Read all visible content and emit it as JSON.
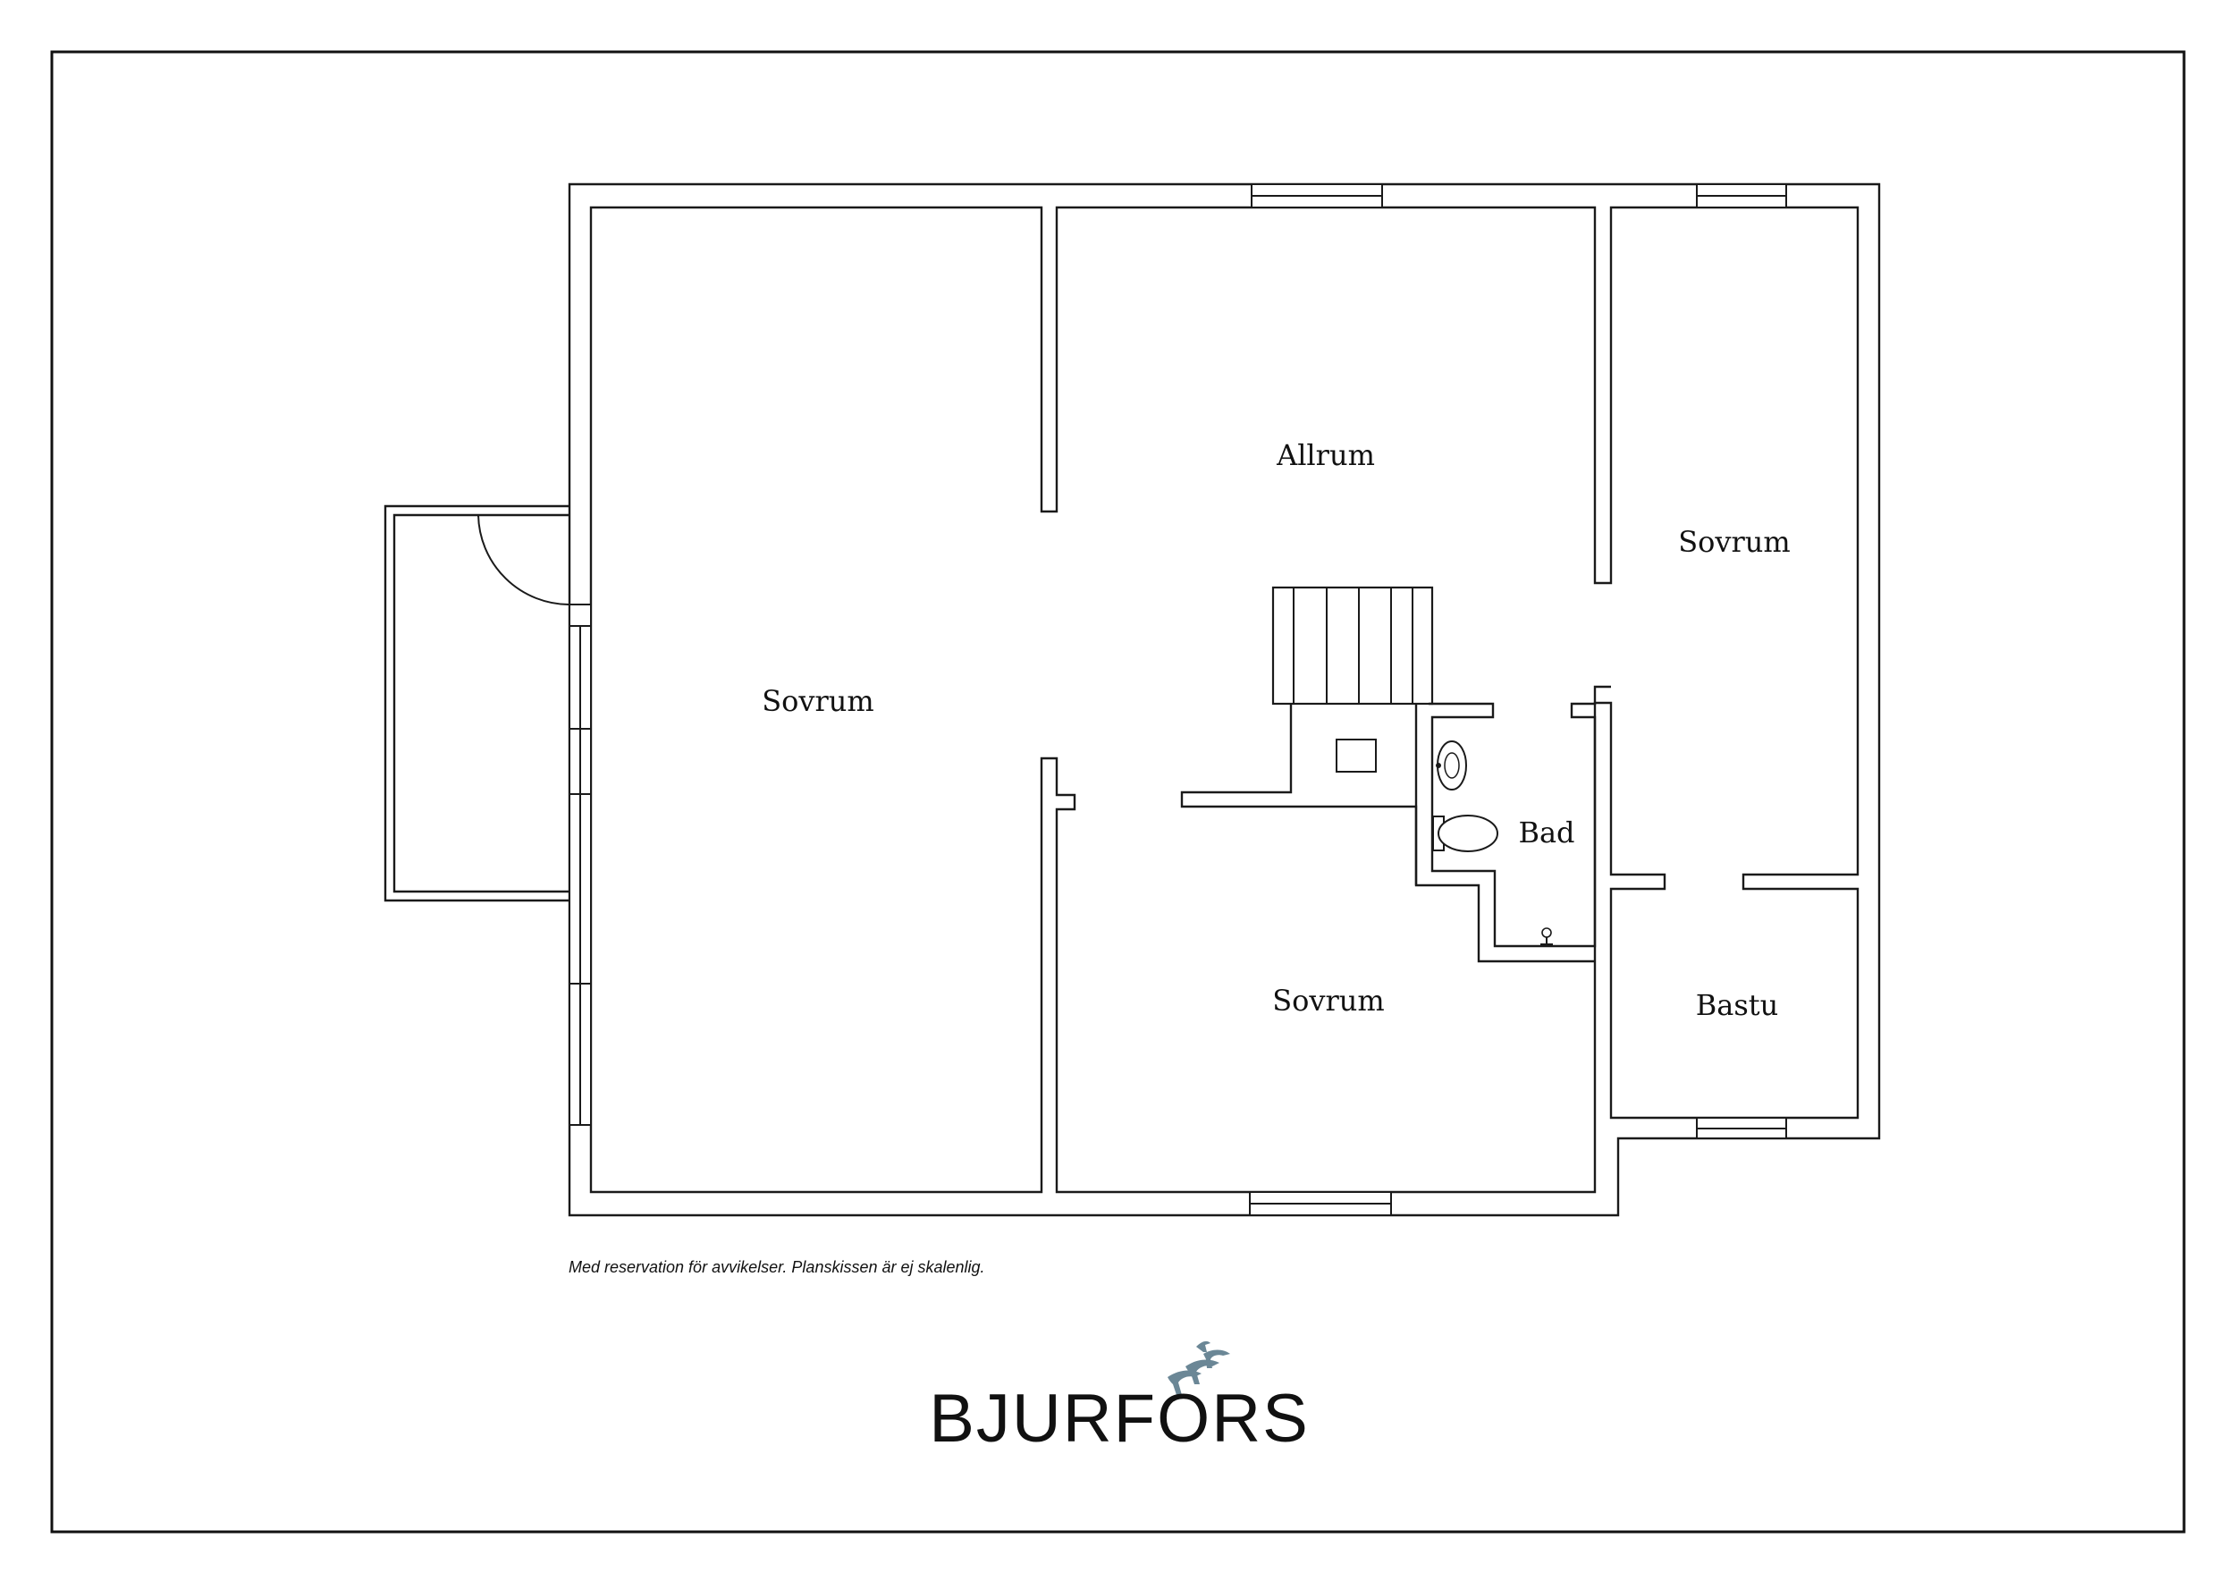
{
  "rooms": {
    "sovrum_left": "Sovrum",
    "allrum": "Allrum",
    "sovrum_right": "Sovrum",
    "bad": "Bad",
    "sovrum_bottom": "Sovrum",
    "bastu": "Bastu"
  },
  "disclaimer": "Med reservation för avvikelser. Planskissen är ej skalenlig.",
  "brand": {
    "name": "BJURFORS",
    "logo_icon": "birds-icon",
    "logo_color": "#6b8796"
  },
  "colors": {
    "line": "#1a1a1a",
    "background": "#ffffff"
  }
}
